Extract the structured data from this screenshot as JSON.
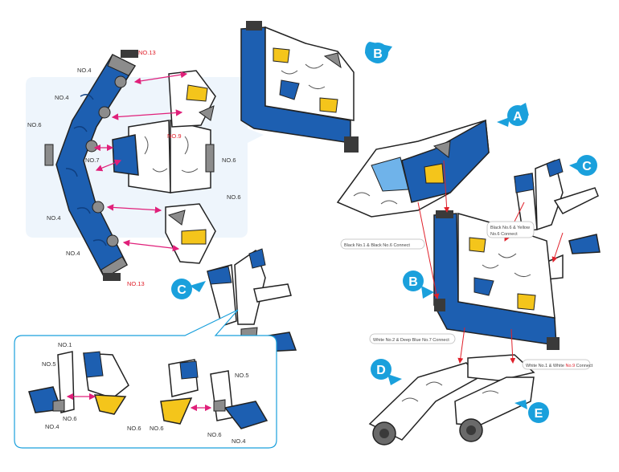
{
  "colors": {
    "blue": "#1d5fb1",
    "blue_light": "#6fb3ea",
    "gray": "#8c8c8c",
    "dark": "#3a3a3a",
    "yellow": "#f4c51b",
    "white": "#ffffff",
    "panel": "#eef5fc",
    "badge": "#1aa0dc",
    "arrow_pink": "#e0207a",
    "arrow_red": "#e0202a"
  },
  "top_panel": {
    "labels": {
      "no13_top": "NO.13",
      "no4_a": "NO.4",
      "no4_b": "NO.4",
      "no6_left": "NO.6",
      "no9": "NO.9",
      "no7": "NO.7",
      "no6_a": "NO.6",
      "no6_b": "NO.6",
      "no4_c": "NO.4",
      "no4_d": "NO.4",
      "no13_bottom": "NO.13"
    }
  },
  "bottom_panel": {
    "labels": {
      "no1": "NO.1",
      "no5_left": "NO.5",
      "no6_left": "NO.6",
      "no4_left": "NO.4",
      "no6_mid": "NO.6",
      "no6_right_a": "NO.6",
      "no5_right": "NO.5",
      "no6_right_b": "NO.6",
      "no4_right": "NO.4"
    }
  },
  "badges": {
    "a": "A",
    "b_top": "B",
    "b_mid": "B",
    "c_right": "C",
    "c_mid": "C",
    "d": "D",
    "e": "E"
  },
  "notes": {
    "black1_black6": "Black No.1 & Black No.6 Connect",
    "black6_yellow_line1": "Black No.6 & Yellow",
    "black6_yellow_line2": "No.6 Connect",
    "white2_blue7": "White No.2 & Deep Blue No.7 Connect",
    "white1_prefix": "White No.1 & White ",
    "white1_highlight": "No.9",
    "white1_suffix": " Connect"
  }
}
